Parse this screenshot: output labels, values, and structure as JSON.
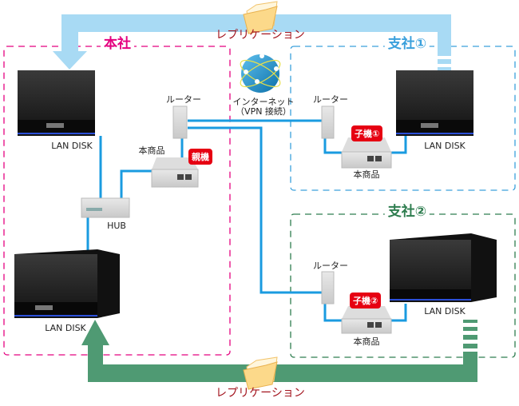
{
  "colors": {
    "hq": "#e4007f",
    "branch1": "#3aa0dc",
    "branch2": "#2e7d4f",
    "network_line": "#1a9be0",
    "replication_top": "#a8daf4",
    "replication_bottom": "#4f9a73",
    "replication_text": "#a3141e",
    "badge": "#e60012"
  },
  "sites": {
    "hq": "本社",
    "branch1": "支社①",
    "branch2": "支社②"
  },
  "replication": {
    "top_label": "レプリケーション",
    "bottom_label": "レプリケーション"
  },
  "internet": {
    "line1": "インターネット",
    "line2": "（VPN 接続）"
  },
  "hq": {
    "nas_top": "LAN DISK",
    "nas_bottom": "LAN DISK",
    "hub": "HUB",
    "router": "ルーター",
    "product": "本商品",
    "badge": "親機"
  },
  "branch1": {
    "nas": "LAN DISK",
    "router": "ルーター",
    "product": "本商品",
    "badge": "子機①"
  },
  "branch2": {
    "nas": "LAN DISK",
    "router": "ルーター",
    "product": "本商品",
    "badge": "子機②"
  }
}
